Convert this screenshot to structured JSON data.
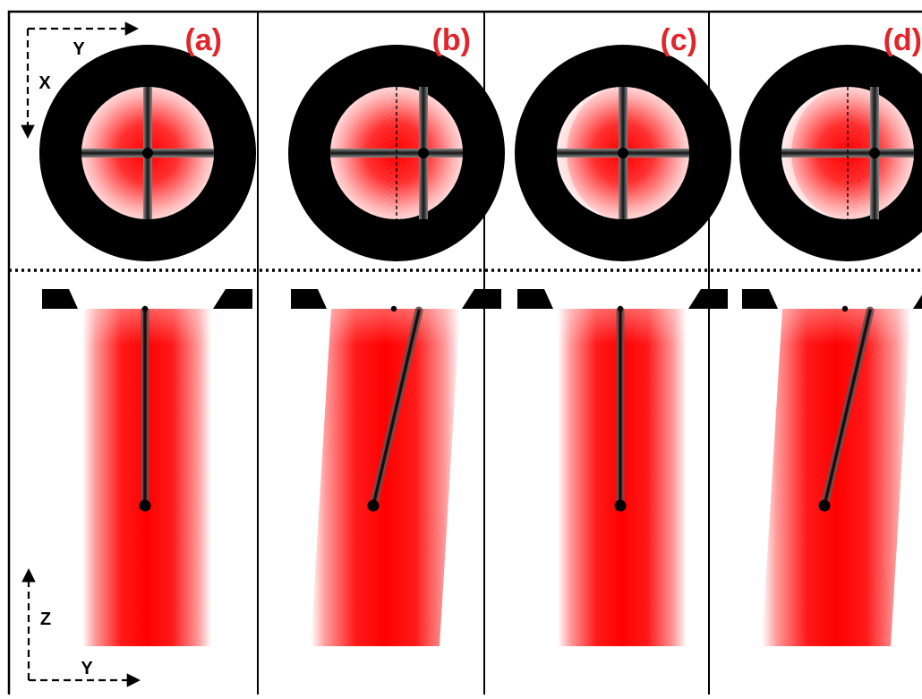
{
  "figure": {
    "panels": [
      {
        "letter": "(a)",
        "dashed_reference": false,
        "beam_tilted": false,
        "left_edge_glare": false
      },
      {
        "letter": "(b)",
        "dashed_reference": true,
        "beam_tilted": true,
        "left_edge_glare": false
      },
      {
        "letter": "(c)",
        "dashed_reference": false,
        "beam_tilted": false,
        "left_edge_glare": true
      },
      {
        "letter": "(d)",
        "dashed_reference": true,
        "beam_tilted": true,
        "left_edge_glare": true
      }
    ],
    "axes": {
      "top": {
        "horizontal": "Y",
        "vertical": "X"
      },
      "bottom": {
        "horizontal": "Y",
        "vertical": "Z"
      }
    },
    "colors": {
      "beam": "#ff0000",
      "label": "#e0262b",
      "frame": "#000000",
      "background": "#ffffff"
    }
  }
}
